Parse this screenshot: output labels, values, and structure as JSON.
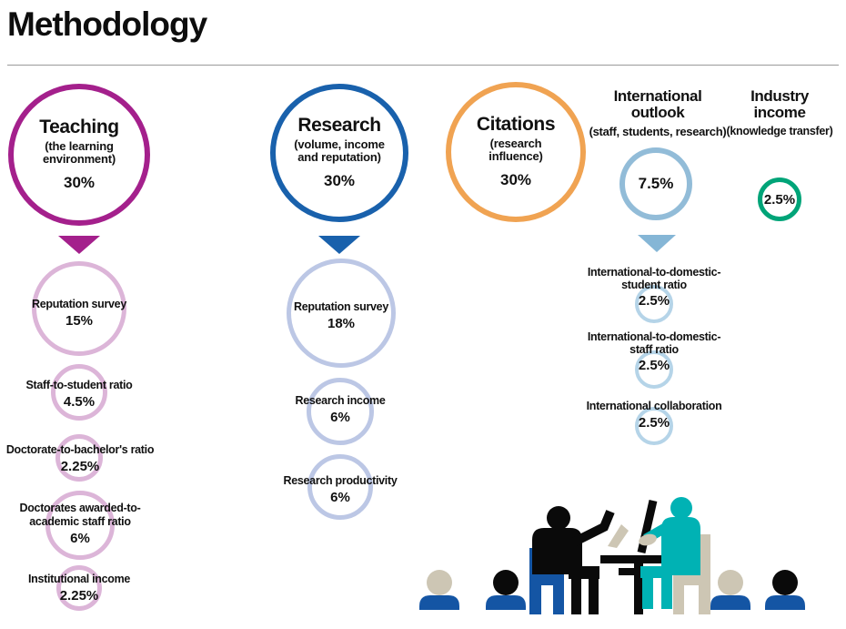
{
  "page": {
    "title": "Methodology"
  },
  "colors": {
    "teaching": "#a4208c",
    "teaching_sub_ring": "#dcb5d8",
    "research": "#1961ac",
    "research_sub_ring": "#bcc7e5",
    "citations": "#f0a352",
    "international": "#92bcd8",
    "international_arrow": "#85b6d6",
    "international_sub_ring": "#b5d4e8",
    "industry": "#00a478",
    "figure_teal": "#00b2b4",
    "figure_blue": "#1455a4",
    "figure_beige": "#cdc6b4",
    "figure_black": "#0a0a0a"
  },
  "pillars": [
    {
      "name": "Teaching",
      "subtitle": "(the learning environment)",
      "weight": "30%",
      "subs": [
        {
          "label": "Reputation survey",
          "weight": "15%"
        },
        {
          "label": "Staff-to-student ratio",
          "weight": "4.5%"
        },
        {
          "label": "Doctorate-to-bachelor's ratio",
          "weight": "2.25%"
        },
        {
          "label": "Doctorates awarded-to-academic staff ratio",
          "weight": "6%"
        },
        {
          "label": "Institutional income",
          "weight": "2.25%"
        }
      ]
    },
    {
      "name": "Research",
      "subtitle": "(volume, income and reputation)",
      "weight": "30%",
      "subs": [
        {
          "label": "Reputation survey",
          "weight": "18%"
        },
        {
          "label": "Research income",
          "weight": "6%"
        },
        {
          "label": "Research productivity",
          "weight": "6%"
        }
      ]
    },
    {
      "name": "Citations",
      "subtitle": "(research influence)",
      "weight": "30%",
      "subs": []
    },
    {
      "name": "International outlook",
      "subtitle": "(staff, students, research)",
      "weight": "7.5%",
      "subs": [
        {
          "label": "International-to-domestic-student ratio",
          "weight": "2.5%"
        },
        {
          "label": "International-to-domestic-staff ratio",
          "weight": "2.5%"
        },
        {
          "label": "International collaboration",
          "weight": "2.5%"
        }
      ]
    },
    {
      "name": "Industry income",
      "subtitle": "(knowledge transfer)",
      "weight": "2.5%",
      "subs": []
    }
  ]
}
